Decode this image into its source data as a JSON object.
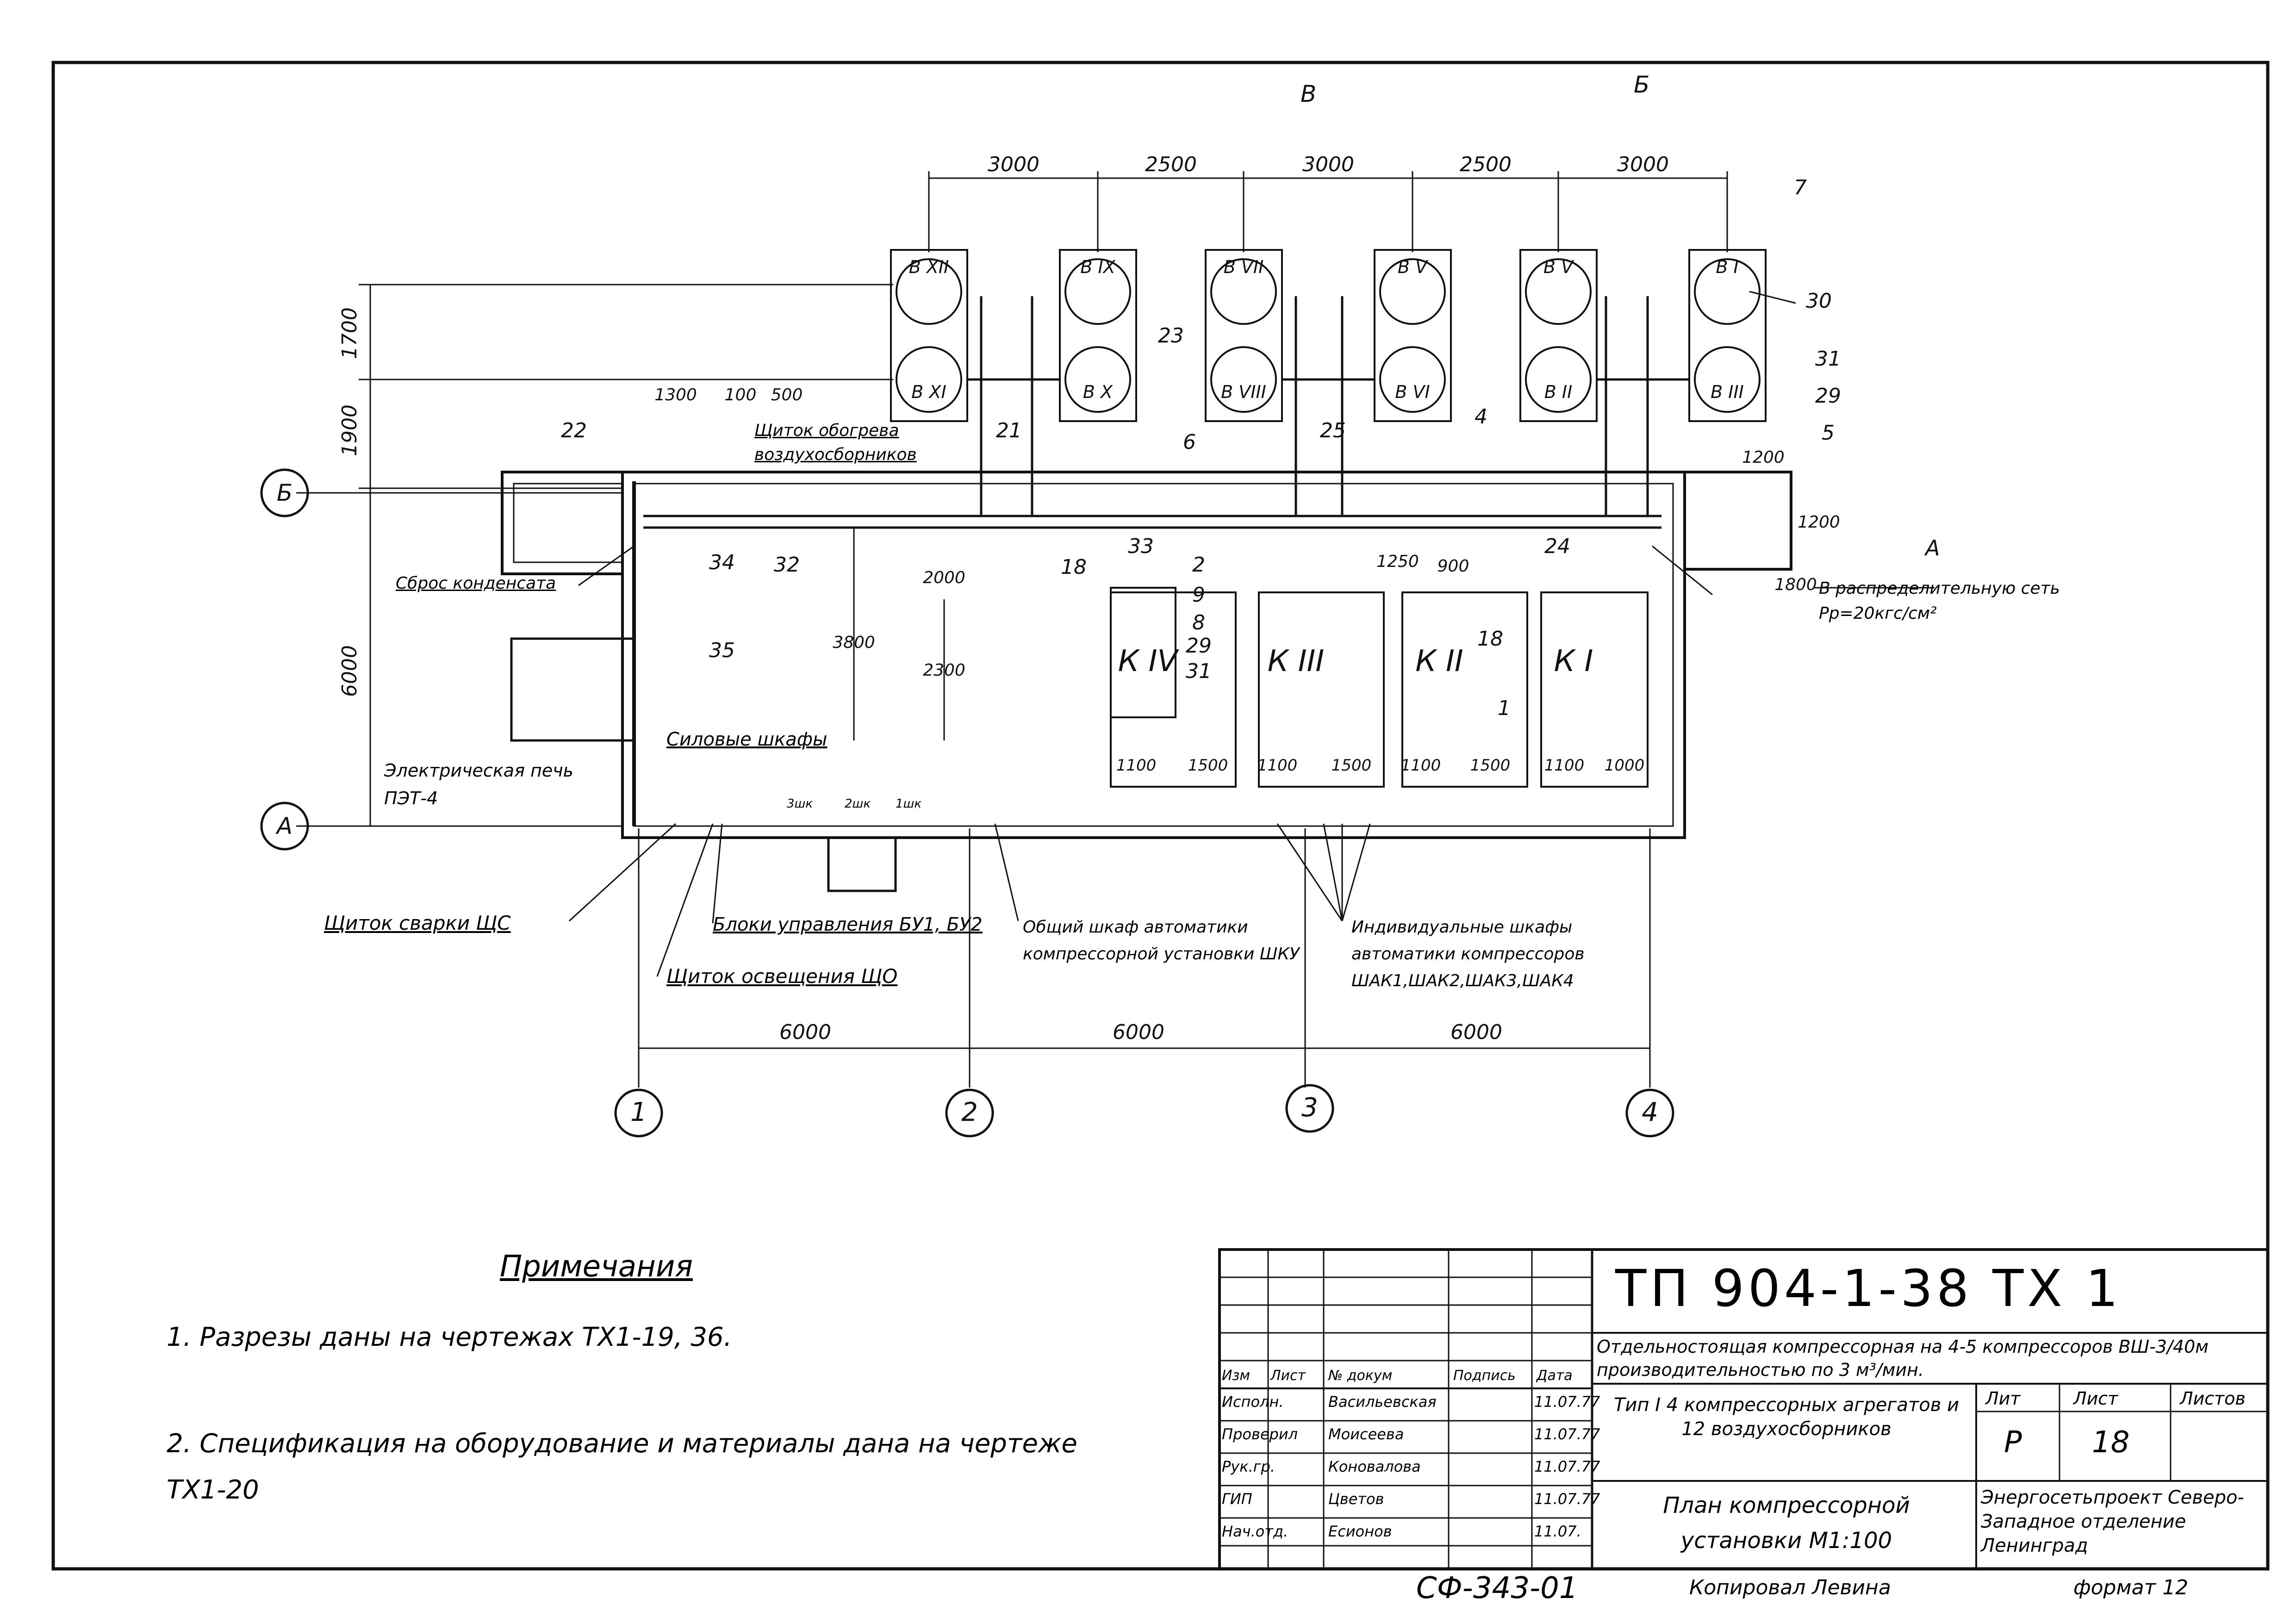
{
  "title_block": {
    "code": "ТП 904-1-38 ТХ 1",
    "description": "Отдельностоящая компрессорная на 4-5 компрессоров ВШ-3/40м производительностью по 3 м³/мин.",
    "type_text": "Тип I 4 компрессорных агрегатов и 12 воздухосборников",
    "sheet_title": "План компрессорной установки М1:100",
    "org": "Энергосетьпроект Северо-Западное отделение Ленинград",
    "stage_label": "Лит",
    "sheet_label": "Лист",
    "sheets_label": "Листов",
    "stage_value": "Р",
    "sheet_value": "18",
    "head": [
      "Изм",
      "Лист",
      "№ докум",
      "Подпись",
      "Дата"
    ],
    "people": [
      {
        "role": "Исполн.",
        "name": "Васильевская",
        "date": "11.07.77"
      },
      {
        "role": "Проверил",
        "name": "Моисеева",
        "date": "11.07.77"
      },
      {
        "role": "Рук.гр.",
        "name": "Коновалова",
        "date": "11.07.77"
      },
      {
        "role": "ГИП",
        "name": "Цветов",
        "date": "11.07.77"
      },
      {
        "role": "Нач.отд.",
        "name": "Есионов",
        "date": "11.07."
      }
    ]
  },
  "footer": {
    "archive": "СФ-343-01",
    "copied": "Копировал Левина",
    "format": "формат 12"
  },
  "notes": {
    "heading": "Примечания",
    "items": [
      "1. Разрезы даны на чертежах ТХ1-19, 36.",
      "2. Спецификация на оборудование и материалы дана на чертеже ТХ1-20"
    ]
  },
  "plan": {
    "top_dims": [
      "3000",
      "2500",
      "3000",
      "2500",
      "3000"
    ],
    "bottom_dims": [
      "6000",
      "6000",
      "6000"
    ],
    "left_dims": [
      "1700",
      "1900",
      "6000"
    ],
    "misc_dims": [
      "1300",
      "100",
      "500",
      "3800",
      "2000",
      "2300",
      "1200",
      "1800",
      "1200",
      "1250",
      "900"
    ],
    "unit_dims": [
      "1100",
      "1500",
      "1100",
      "1500",
      "1100",
      "1500",
      "1100",
      "1000"
    ],
    "axes_letters": [
      "Б",
      "А"
    ],
    "axes_numbers": [
      "1",
      "2",
      "3",
      "4"
    ],
    "section_marks": [
      "В",
      "Б",
      "А"
    ],
    "receivers_top": [
      "В XII",
      "В IX",
      "В VII",
      "В V",
      "В V",
      "В I"
    ],
    "receivers_bottom": [
      "В XI",
      "В X",
      "В VIII",
      "В VI",
      "В II",
      "В III"
    ],
    "compressors": [
      "К IV",
      "К III",
      "К II",
      "К I"
    ],
    "callouts": [
      "7",
      "30",
      "23",
      "6",
      "4",
      "21",
      "25",
      "31",
      "29",
      "5",
      "22",
      "34",
      "32",
      "33",
      "2",
      "9",
      "8",
      "29",
      "31",
      "18",
      "24",
      "18",
      "1",
      "35"
    ],
    "labels": {
      "shield_heating": "Щиток обогрева воздухосборников",
      "condensate": "Сброс конденсата",
      "distribution": "В распределительную сеть Рр=20кгс/см²",
      "power_cabinets": "Силовые шкафы",
      "cabinet_names": [
        "3шк",
        "2шк",
        "1шк"
      ],
      "furnace": "Электрическая печь ПЭТ-4",
      "welding": "Щиток сварки ЩС",
      "lighting": "Щиток освещения ЩО",
      "control": "Блоки управления БУ1, БУ2",
      "general_cabinet": "Общий шкаф автоматики компрессорной установки ШКУ",
      "individual": "Индивидуальные шкафы автоматики компрессоров ШАК1,ШАК2,ШАК3,ШАК4"
    }
  }
}
